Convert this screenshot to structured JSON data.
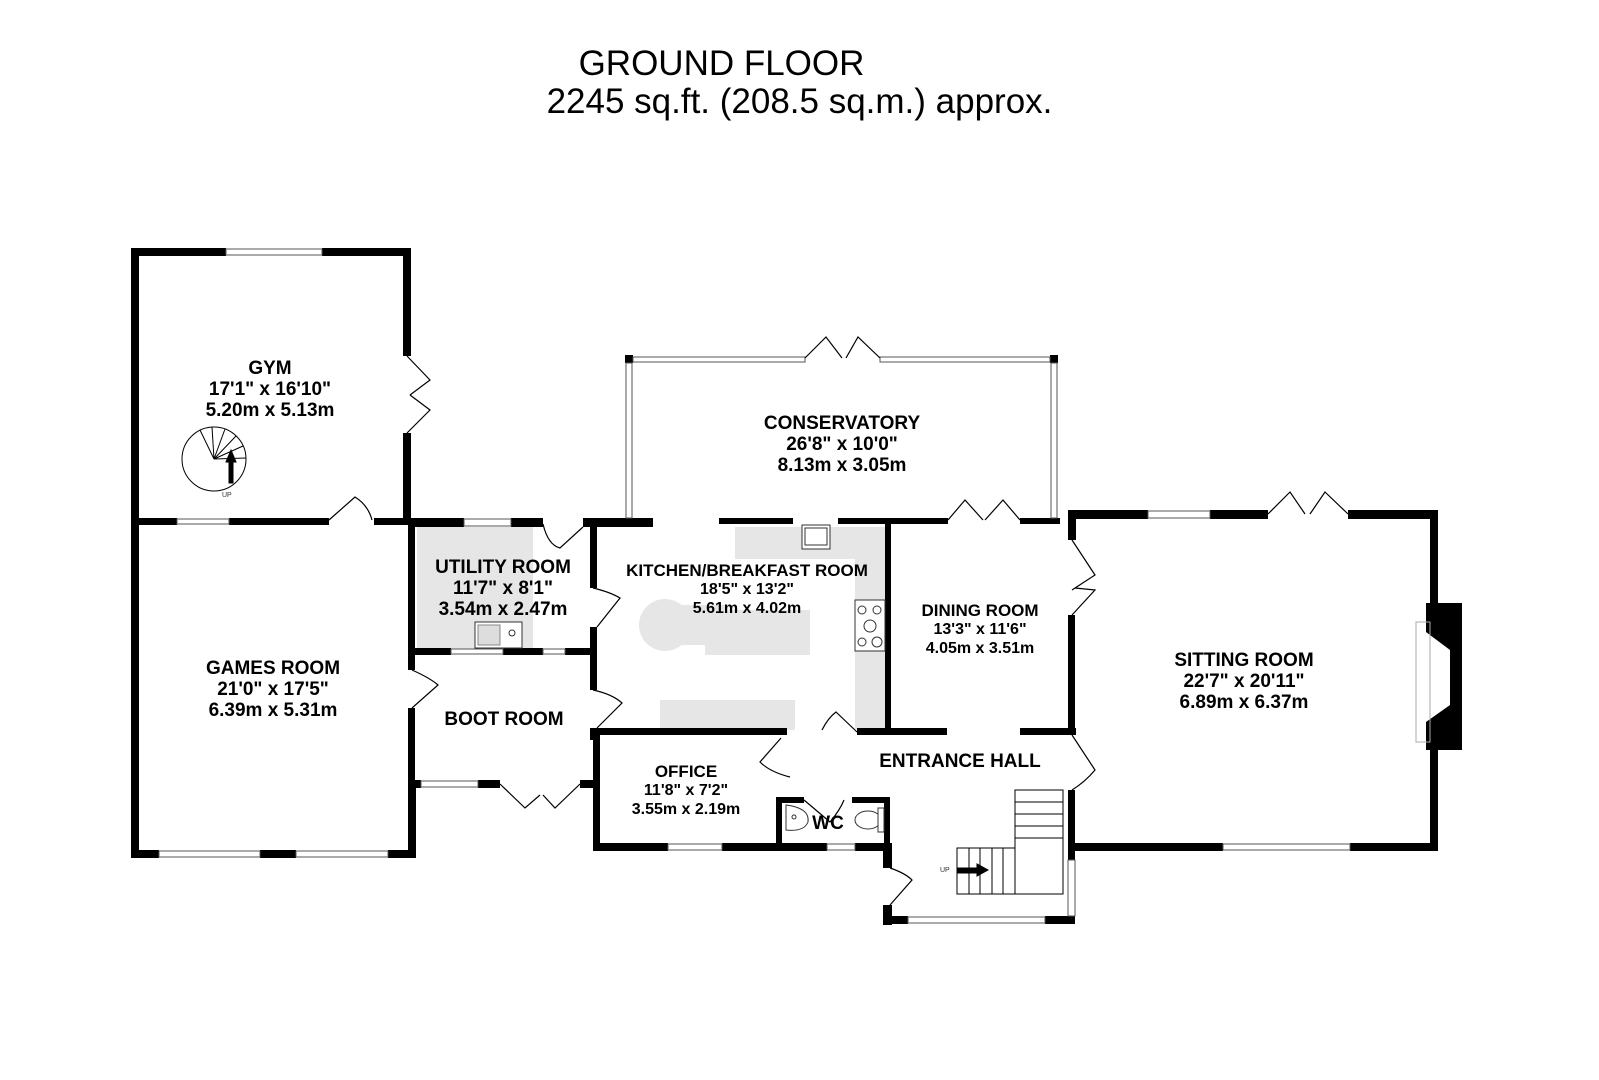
{
  "header": {
    "floor_title": "GROUND FLOOR",
    "area": "2245 sq.ft. (208.5 sq.m.) approx."
  },
  "colors": {
    "wall": "#000000",
    "fitted_units": "#e6e6e6",
    "window": "#ffffff",
    "window_outline": "#555555"
  },
  "rooms": {
    "gym": {
      "name": "GYM",
      "imperial": "17'1\"  x 16'10\"",
      "metric": "5.20m  x 5.13m"
    },
    "conservatory": {
      "name": "CONSERVATORY",
      "imperial": "26'8\"  x 10'0\"",
      "metric": "8.13m  x 3.05m"
    },
    "utility": {
      "name": "UTILITY ROOM",
      "imperial": "11'7\"  x 8'1\"",
      "metric": "3.54m  x 2.47m"
    },
    "kitchen": {
      "name": "KITCHEN/BREAKFAST ROOM",
      "imperial": "18'5\"  x 13'2\"",
      "metric": "5.61m  x 4.02m"
    },
    "dining": {
      "name": "DINING ROOM",
      "imperial": "13'3\"  x 11'6\"",
      "metric": "4.05m  x 3.51m"
    },
    "sitting": {
      "name": "SITTING ROOM",
      "imperial": "22'7\"  x 20'11\"",
      "metric": "6.89m  x 6.37m"
    },
    "games": {
      "name": "GAMES ROOM",
      "imperial": "21'0\"  x 17'5\"",
      "metric": "6.39m  x 5.31m"
    },
    "boot": {
      "name": "BOOT ROOM"
    },
    "office": {
      "name": "OFFICE",
      "imperial": "11'8\"  x 7'2\"",
      "metric": "3.55m  x 2.19m"
    },
    "entrance": {
      "name": "ENTRANCE HALL"
    },
    "wc": {
      "name": "WC"
    }
  },
  "stairs": {
    "gym_spiral_label": "UP",
    "hall_stairs_label": "UP"
  }
}
